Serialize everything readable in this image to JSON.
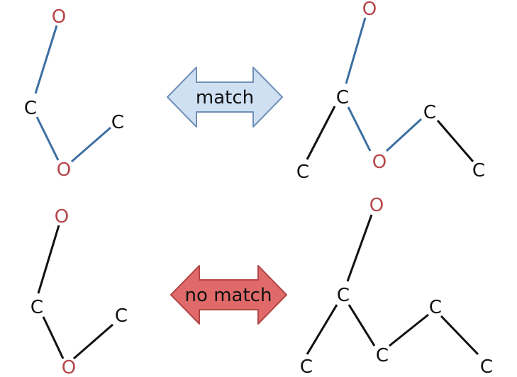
{
  "colors": {
    "oxygen": "#b5474b",
    "carbon": "#111111",
    "bond_black": "#111111",
    "bond_highlight": "#3d6fa3",
    "match_fill": "#cfe0f3",
    "match_stroke": "#6f8fb5",
    "nomatch_fill": "#e06a6a",
    "nomatch_stroke": "#b24646"
  },
  "labels": {
    "match": "match",
    "no_match": "no match"
  },
  "molecules": {
    "top_left": {
      "atoms": {
        "o1": "O",
        "c1": "C",
        "o2": "O",
        "c2": "C"
      }
    },
    "top_right": {
      "atoms": {
        "o1": "O",
        "c1": "C",
        "c2": "C",
        "o2": "O",
        "c3": "C",
        "c4": "C"
      }
    },
    "bottom_left": {
      "atoms": {
        "o1": "O",
        "c1": "C",
        "o2": "O",
        "c2": "C"
      }
    },
    "bottom_right": {
      "atoms": {
        "o1": "O",
        "c1": "C",
        "c2": "C",
        "c3": "C",
        "c4": "C",
        "c5": "C"
      }
    }
  }
}
